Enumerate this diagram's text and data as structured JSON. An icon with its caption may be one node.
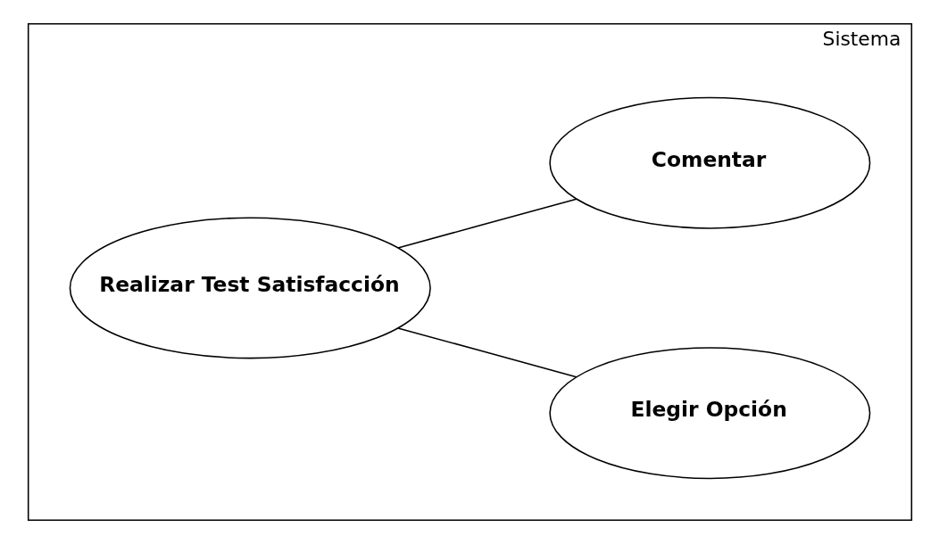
{
  "diagram": {
    "nodes": [
      {
        "text": [
          "Sistema"
        ]
      },
      {
        "text": [
          "Realizar Test Satisfacción"
        ],
        "in": 0
      },
      {
        "text": [
          "Elegir Opción"
        ],
        "in": 0
      },
      {
        "text": [
          "Comentar"
        ],
        "in": 0
      }
    ],
    "edges": [
      {
        "from": 1,
        "to": 2,
        "arrow": "none"
      },
      {
        "from": 1,
        "to": 3,
        "arrow": "none"
      }
    ]
  }
}
